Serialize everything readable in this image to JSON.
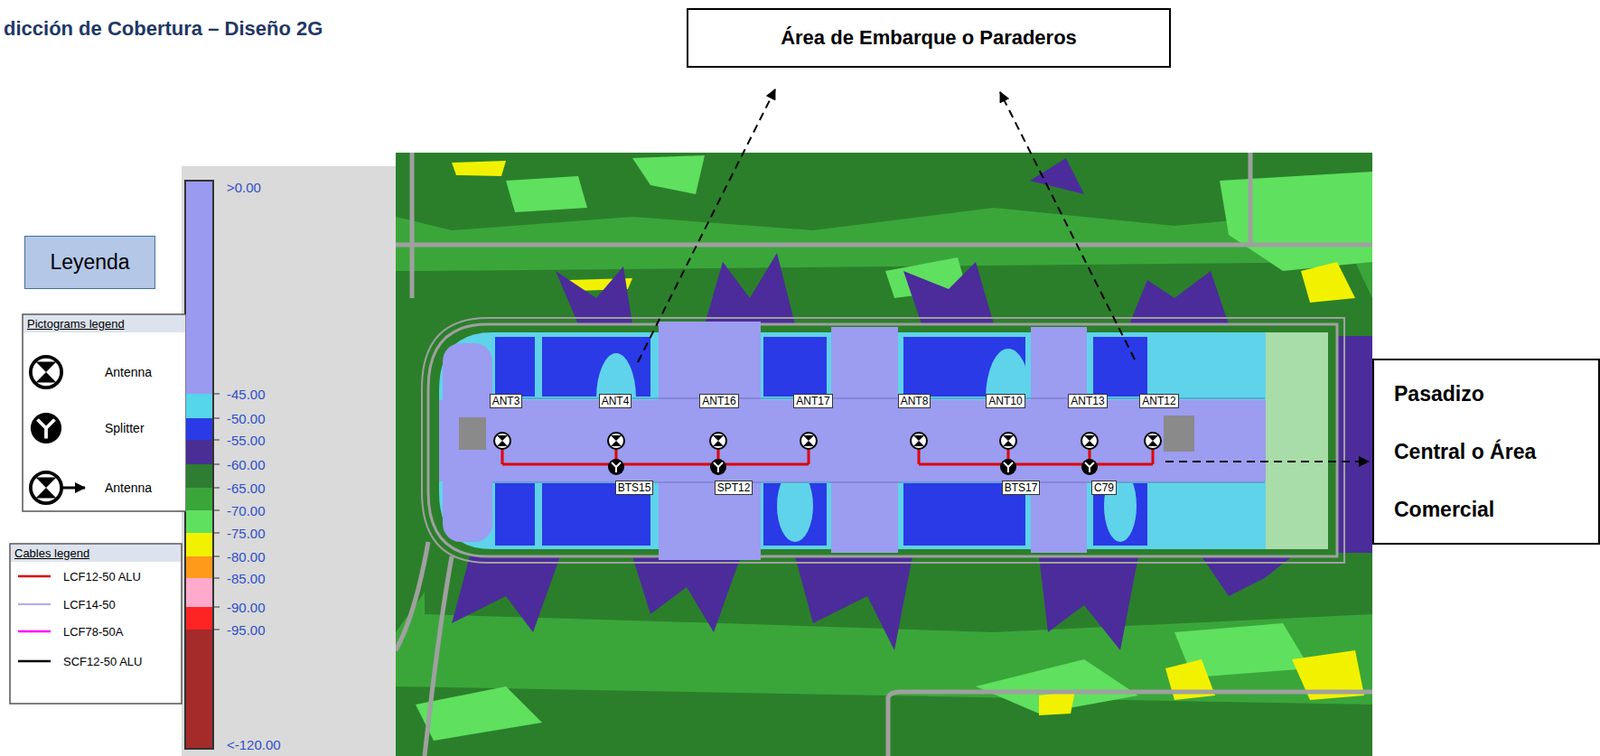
{
  "diagram": {
    "title": "dicción de Cobertura – Diseño 2G",
    "nodes": [
      {
        "text": [
          "Área de Embarque o Paraderos"
        ]
      },
      {
        "text": [
          "Leyenda"
        ]
      },
      {
        "text": [
          "Pasadizo Central o Área Comercial"
        ]
      }
    ],
    "labels": [
      "Pictograms legend",
      "Cables legend",
      "ANT3",
      "ANT4",
      "ANT16",
      "ANT17",
      "ANT8",
      "ANT10",
      "ANT13",
      "ANT12",
      "BTS15",
      "SPT12",
      "BTS17",
      "C79",
      "<-120.00"
    ],
    "legend": [
      {
        "text": ">0.00",
        "color": "#9a9af0"
      },
      {
        "text": "-45.00",
        "color": "#55d6ea"
      },
      {
        "text": "-50.00",
        "color": "#2a3ae6"
      },
      {
        "text": "-55.00",
        "color": "#4a2e96"
      },
      {
        "text": "-60.00",
        "color": "#2e7d32"
      },
      {
        "text": "-65.00",
        "color": "#3aa63a"
      },
      {
        "text": "-70.00",
        "color": "#5fe05f"
      },
      {
        "text": "-75.00",
        "color": "#f2f200"
      },
      {
        "text": "-80.00",
        "color": "#ff9a1a"
      },
      {
        "text": "-85.00",
        "color": "#ffaacc"
      },
      {
        "text": "-90.00",
        "color": "#ff2424"
      },
      {
        "text": "-95.00",
        "color": "#a52a2a"
      },
      {
        "text": "Antenna"
      },
      {
        "text": "Splitter"
      },
      {
        "text": "Antenna"
      },
      {
        "text": "LCF12-50 ALU"
      },
      {
        "text": "LCF14-50"
      },
      {
        "text": "LCF78-50A"
      },
      {
        "text": "SCF12-50 ALU"
      }
    ]
  }
}
